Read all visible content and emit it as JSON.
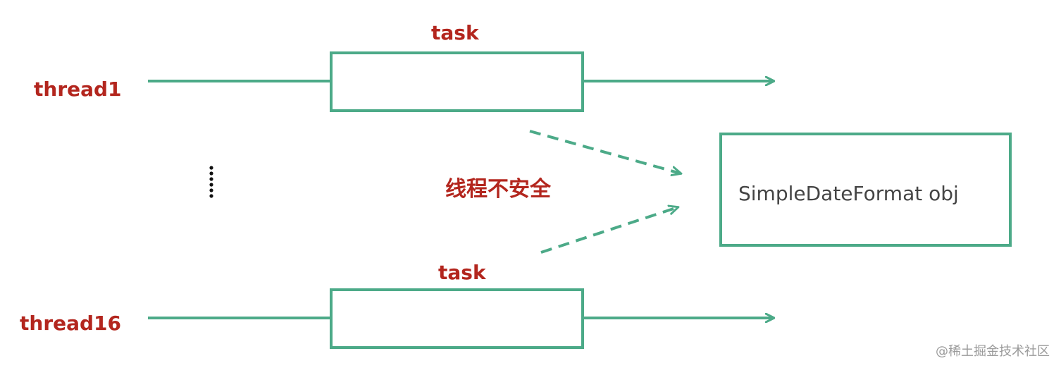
{
  "threads": {
    "top": {
      "label": "thread1",
      "task_label": "task"
    },
    "bottom": {
      "label": "thread16",
      "task_label": "task"
    }
  },
  "object": {
    "label": "SimpleDateFormat obj"
  },
  "annotation": {
    "unsafe_label": "线程不安全"
  },
  "watermark": {
    "text": "@稀土掘金技术社区"
  },
  "colors": {
    "line": "#4caa88",
    "text_red": "#b3261e",
    "text_dark": "#444444",
    "watermark": "#9a9a9a"
  }
}
